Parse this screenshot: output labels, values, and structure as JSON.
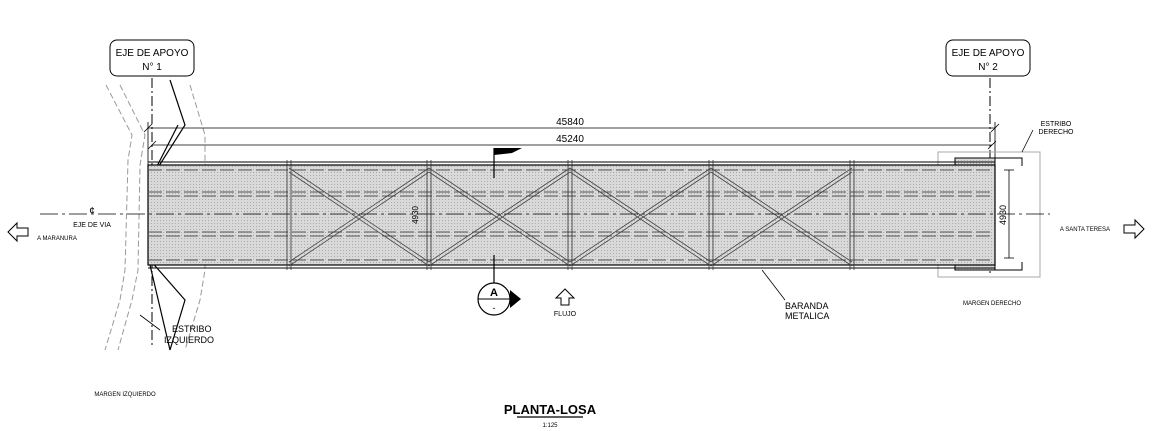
{
  "supports": [
    {
      "line1": "EJE DE APOYO",
      "line2": "N° 1"
    },
    {
      "line1": "EJE DE APOYO",
      "line2": "N° 2"
    }
  ],
  "dimensions": {
    "total_length": "45840",
    "slab_length": "45240",
    "width_left": "4930",
    "width_right": "4930"
  },
  "labels": {
    "axis_symbol": "¢",
    "axis_line1": "EJE DE VIA",
    "axis_line2": "A MARANURA",
    "to_right": "A SANTA TERESA",
    "estribo_right_1": "ESTRIBO",
    "estribo_right_2": "DERECHO",
    "estribo_left_1": "ESTRIBO",
    "estribo_left_2": "IZQUIERDO",
    "baranda_1": "BARANDA",
    "baranda_2": "METALICA",
    "flujo": "FLUJO",
    "margen_derecho": "MARGEN DERECHO",
    "margen_izquierdo": "MARGEN IZQUIERDO"
  },
  "section_marker": {
    "letter": "A",
    "sub": "-"
  },
  "title": {
    "main": "PLANTA-LOSA",
    "scale": "1:125"
  }
}
